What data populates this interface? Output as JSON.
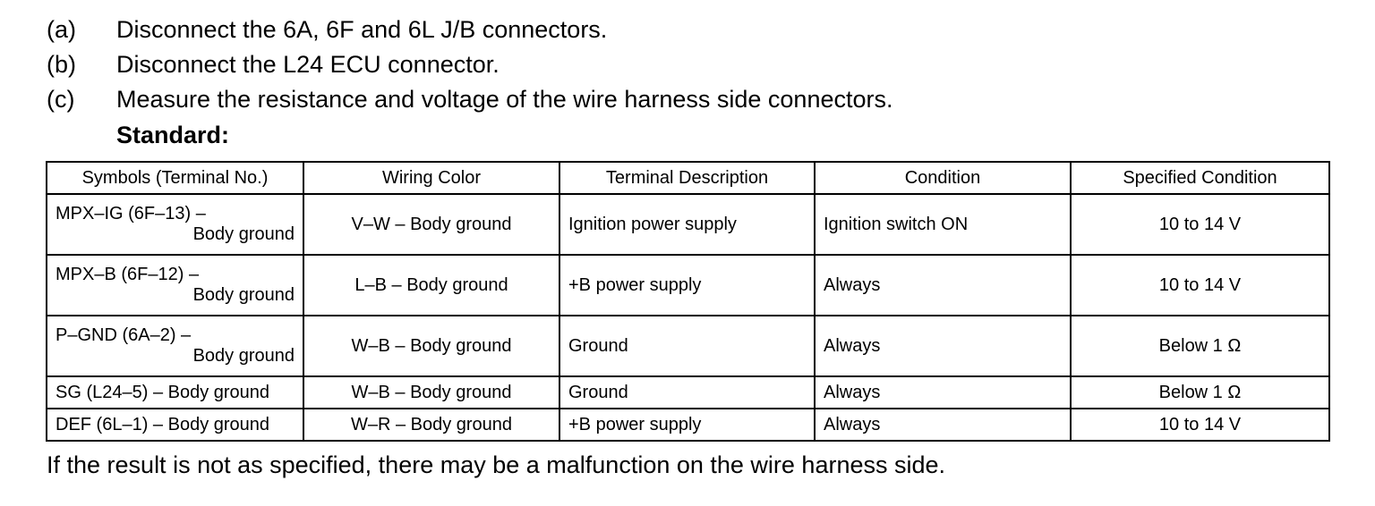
{
  "steps": [
    {
      "letter": "(a)",
      "text": "Disconnect the 6A, 6F and 6L J/B connectors."
    },
    {
      "letter": "(b)",
      "text": "Disconnect the L24 ECU connector."
    },
    {
      "letter": "(c)",
      "text": "Measure the resistance and voltage of the wire harness side connectors."
    }
  ],
  "standard_label": "Standard:",
  "table": {
    "headers": [
      "Symbols (Terminal No.)",
      "Wiring Color",
      "Terminal Description",
      "Condition",
      "Specified Condition"
    ],
    "rows": [
      {
        "symbol_1": "MPX–IG (6F–13) –",
        "symbol_2": "Body ground",
        "wiring": "V–W – Body ground",
        "description": "Ignition power supply",
        "condition": "Ignition switch ON",
        "specified": "10 to 14 V"
      },
      {
        "symbol_1": "MPX–B (6F–12) –",
        "symbol_2": "Body ground",
        "wiring": "L–B – Body ground",
        "description": "+B power supply",
        "condition": "Always",
        "specified": "10 to 14 V"
      },
      {
        "symbol_1": "P–GND (6A–2) –",
        "symbol_2": "Body ground",
        "wiring": "W–B – Body ground",
        "description": "Ground",
        "condition": "Always",
        "specified": "Below 1 Ω"
      },
      {
        "symbol": "SG (L24–5) – Body ground",
        "wiring": "W–B – Body ground",
        "description": "Ground",
        "condition": "Always",
        "specified": "Below 1 Ω"
      },
      {
        "symbol": "DEF (6L–1) – Body ground",
        "wiring": "W–R – Body ground",
        "description": "+B power supply",
        "condition": "Always",
        "specified": "10 to 14 V"
      }
    ]
  },
  "footer_text": "If the result is not as specified, there may be a malfunction on the wire harness side."
}
